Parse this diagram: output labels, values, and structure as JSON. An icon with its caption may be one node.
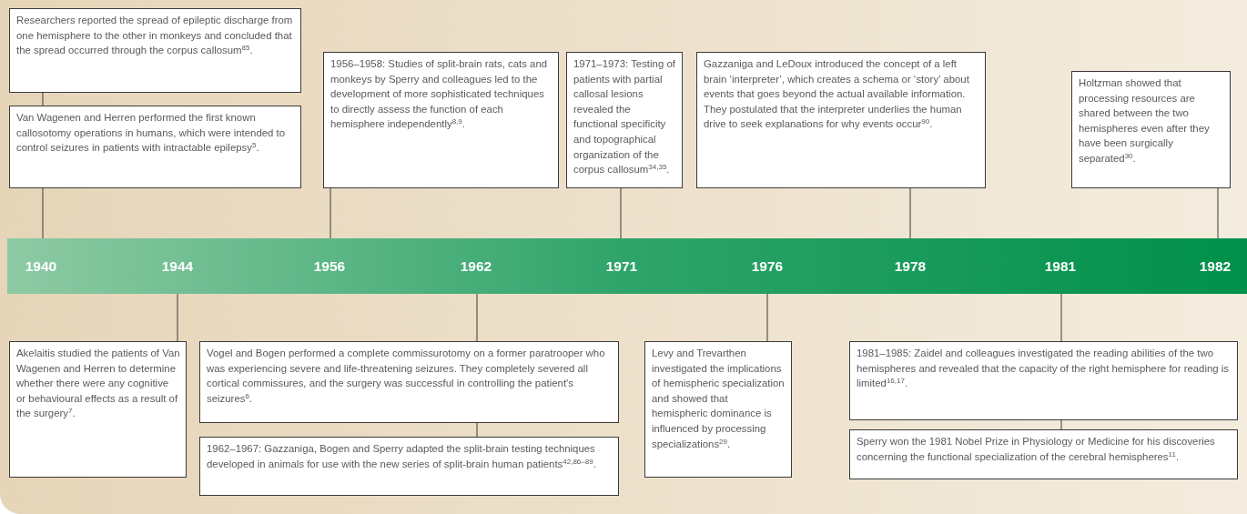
{
  "diagram": {
    "nodes": [
      {
        "text": [
          "Researchers reported the spread of epileptic discharge from one hemisphere to the other in monkeys and concluded that the spread occurred through the corpus callosum$^{85}$."
        ]
      },
      {
        "text": [
          "Van Wagenen and Herren performed the first known callosotomy operations in humans, which were intended to control seizures in patients with intractable epilepsy$^{5}$."
        ]
      },
      {
        "text": [
          "1956–1958: Studies of split-brain rats, cats and monkeys by Sperry and colleagues led to the development of more sophisticated techniques to directly assess the function of each hemisphere independently$^{8,9}$."
        ]
      },
      {
        "text": [
          "1971–1973: Testing of patients with partial callosal lesions revealed the functional specificity and topographical organization of the corpus callosum$^{34,35}$."
        ]
      },
      {
        "text": [
          "Gazzaniga and LeDoux introduced the concept of a left brain ‘interpreter’, which creates a schema or ‘story’ about events that goes beyond the actual available information. They postulated that the interpreter underlies the human drive to seek explanations for why events occur$^{90}$."
        ]
      },
      {
        "text": [
          "Holtzman showed that processing resources are shared between the two hemispheres even after they have been surgically separated$^{30}$."
        ]
      },
      {
        "text": [],
        "shape": "bar"
      },
      {
        "text": [
          "1940"
        ],
        "in": 6
      },
      {
        "text": [
          "1944"
        ],
        "in": 6
      },
      {
        "text": [
          "1956"
        ],
        "in": 6
      },
      {
        "text": [
          "1962"
        ],
        "in": 6
      },
      {
        "text": [
          "1971"
        ],
        "in": 6
      },
      {
        "text": [
          "1976"
        ],
        "in": 6
      },
      {
        "text": [
          "1978"
        ],
        "in": 6
      },
      {
        "text": [
          "1981"
        ],
        "in": 6
      },
      {
        "text": [
          "1982"
        ],
        "in": 6
      },
      {
        "text": [
          "Akelaitis studied the patients of Van Wagenen and Herren to determine whether there were any cognitive or behavioural effects as a result of the surgery$^{7}$."
        ]
      },
      {
        "text": [
          "Vogel and Bogen performed a complete commissurotomy on a former paratrooper who was experiencing severe and life-threatening seizures. They completely severed all cortical commissures, and the surgery was successful in controlling the patient's seizures$^{6}$."
        ]
      },
      {
        "text": [
          "1962–1967: Gazzaniga, Bogen and Sperry adapted the split-brain testing techniques developed in animals for use with the new series of split-brain human patients$^{42,86–89}$."
        ]
      },
      {
        "text": [
          "Levy and Trevarthen investigated the implications of hemispheric specialization and showed that hemispheric dominance is influenced by processing specializations$^{29}$."
        ]
      },
      {
        "text": [
          "1981–1985: Zaidel and colleagues investigated the reading abilities of the two hemispheres and revealed that the capacity of the right hemisphere for reading is limited$^{16,17}$."
        ]
      },
      {
        "text": [
          "Sperry won the 1981 Nobel Prize in Physiology or Medicine for his discoveries concerning the functional specialization of the cerebral hemispheres$^{11}$."
        ]
      }
    ],
    "edges": [
      {
        "from": 0,
        "to": 1,
        "arrow": "none"
      },
      {
        "from": 1,
        "to": 7,
        "arrow": "none"
      },
      {
        "from": 2,
        "to": 9,
        "arrow": "none"
      },
      {
        "from": 3,
        "to": 11,
        "arrow": "none"
      },
      {
        "from": 4,
        "to": 13,
        "arrow": "none"
      },
      {
        "from": 5,
        "to": 15,
        "arrow": "none"
      },
      {
        "from": 8,
        "to": 16,
        "arrow": "none"
      },
      {
        "from": 10,
        "to": 17,
        "arrow": "none"
      },
      {
        "from": 17,
        "to": 18,
        "arrow": "none"
      },
      {
        "from": 12,
        "to": 19,
        "arrow": "none"
      },
      {
        "from": 14,
        "to": 20,
        "arrow": "none"
      },
      {
        "from": 20,
        "to": 21,
        "arrow": "none"
      }
    ]
  }
}
